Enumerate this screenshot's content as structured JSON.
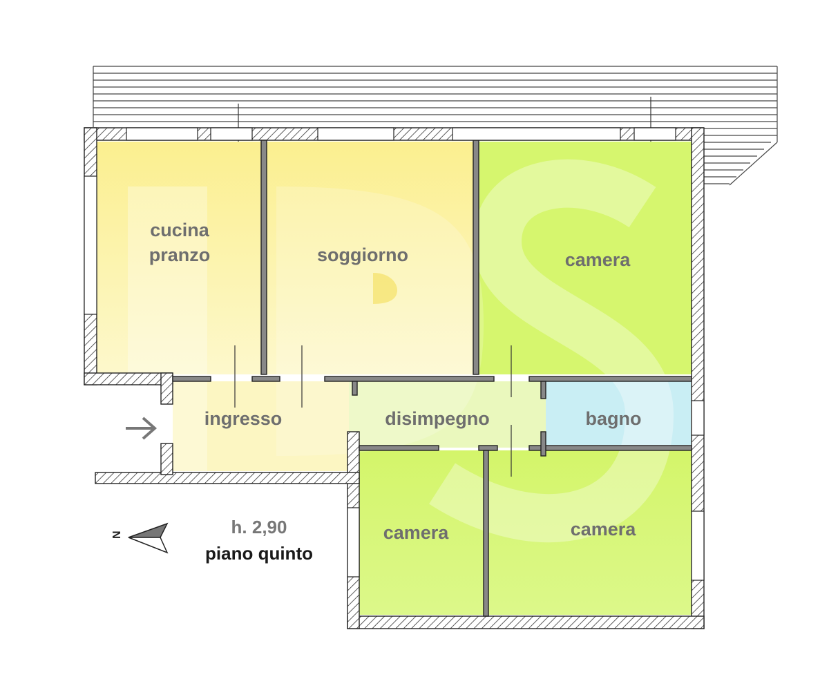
{
  "rooms": {
    "kitchen": {
      "line1": "cucina",
      "line2": "pranzo"
    },
    "living": "soggiorno",
    "bedroom_top_right": "camera",
    "entrance": "ingresso",
    "hallway": "disimpegno",
    "bathroom": "bagno",
    "bedroom_bottom_left": "camera",
    "bedroom_bottom_right": "camera"
  },
  "info": {
    "height": "h. 2,90",
    "floor": "piano quinto"
  },
  "compass": {
    "north_letter": "N"
  },
  "colors": {
    "kitchen_living": "#fbf3a8",
    "bedrooms": "#d9f77a",
    "bathroom": "#c6eef3",
    "hallway": "#eef8c2",
    "walls": "#333333"
  }
}
